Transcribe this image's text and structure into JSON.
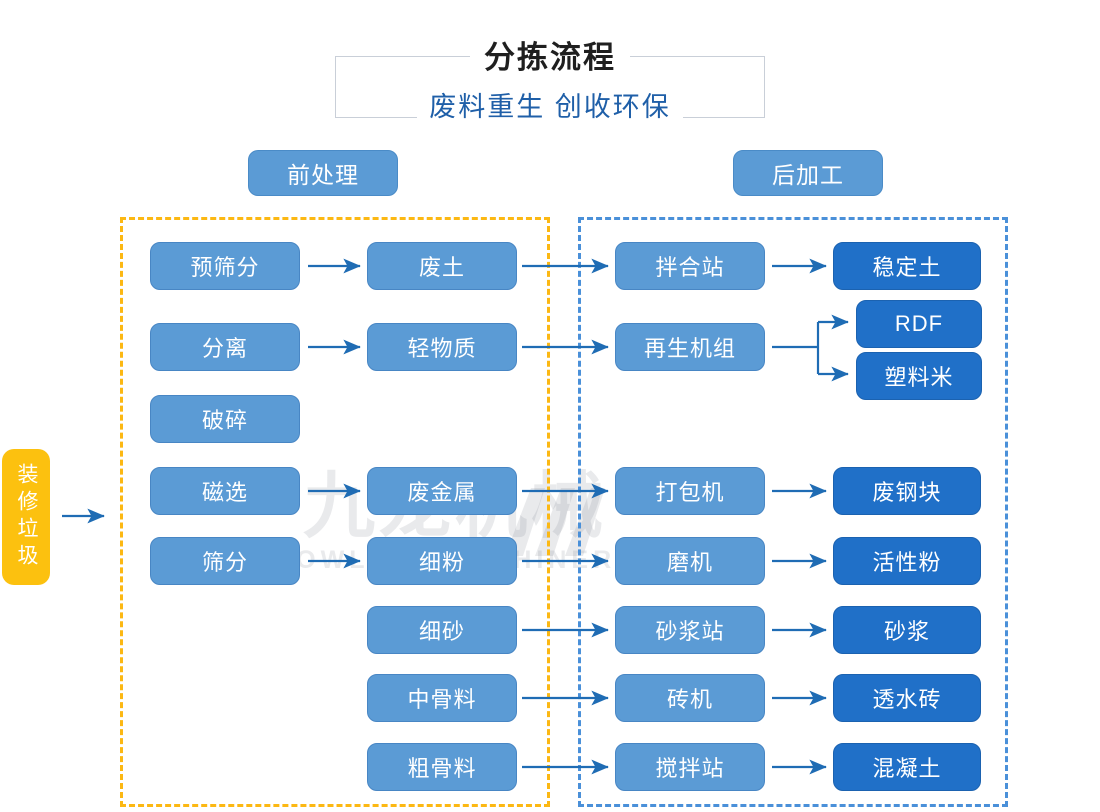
{
  "header": {
    "title": "分拣流程",
    "subtitle": "废料重生 创收环保"
  },
  "watermark": {
    "cn": "九龙机械",
    "en": "KOWLOONMACHINERY"
  },
  "sections": {
    "pre_label": "前处理",
    "post_label": "后加工"
  },
  "input": {
    "label": "装修垃圾"
  },
  "nodes": {
    "pre_stage1": [
      {
        "label": "预筛分"
      },
      {
        "label": "分离"
      },
      {
        "label": "破碎"
      },
      {
        "label": "磁选"
      },
      {
        "label": "筛分"
      }
    ],
    "pre_stage2": [
      {
        "label": "废土"
      },
      {
        "label": "轻物质"
      },
      {
        "label": "废金属"
      },
      {
        "label": "细粉"
      },
      {
        "label": "细砂"
      },
      {
        "label": "中骨料"
      },
      {
        "label": "粗骨料"
      }
    ],
    "post_stage1": [
      {
        "label": "拌合站"
      },
      {
        "label": "再生机组"
      },
      {
        "label": "打包机"
      },
      {
        "label": "磨机"
      },
      {
        "label": "砂浆站"
      },
      {
        "label": "砖机"
      },
      {
        "label": "搅拌站"
      }
    ],
    "post_stage2": [
      {
        "label": "稳定土"
      },
      {
        "label": "RDF"
      },
      {
        "label": "塑料米"
      },
      {
        "label": "废钢块"
      },
      {
        "label": "活性粉"
      },
      {
        "label": "砂浆"
      },
      {
        "label": "透水砖"
      },
      {
        "label": "混凝土"
      }
    ]
  },
  "colors": {
    "node_light": "#5b9bd5",
    "node_dark": "#2070c8",
    "input_orange": "#fcc10f",
    "zone_pre_border": "#fcb813",
    "zone_post_border": "#4a90d9",
    "arrow": "#1f6cb4",
    "subtitle": "#1f5fa8"
  },
  "chart_data": {
    "type": "flowchart",
    "title": "分拣流程",
    "subtitle": "废料重生 创收环保",
    "input": "装修垃圾",
    "zones": [
      {
        "name": "前处理",
        "border": "dashed-orange"
      },
      {
        "name": "后加工",
        "border": "dashed-blue"
      }
    ],
    "edges": [
      {
        "from": "装修垃圾",
        "to": "前处理"
      },
      {
        "from": "预筛分",
        "to": "废土"
      },
      {
        "from": "分离",
        "to": "轻物质"
      },
      {
        "from": "磁选",
        "to": "废金属"
      },
      {
        "from": "筛分",
        "to": "细粉"
      },
      {
        "from": "废土",
        "to": "拌合站"
      },
      {
        "from": "轻物质",
        "to": "再生机组"
      },
      {
        "from": "废金属",
        "to": "打包机"
      },
      {
        "from": "细粉",
        "to": "磨机"
      },
      {
        "from": "细砂",
        "to": "砂浆站"
      },
      {
        "from": "中骨料",
        "to": "砖机"
      },
      {
        "from": "粗骨料",
        "to": "搅拌站"
      },
      {
        "from": "拌合站",
        "to": "稳定土"
      },
      {
        "from": "再生机组",
        "to": "RDF"
      },
      {
        "from": "再生机组",
        "to": "塑料米"
      },
      {
        "from": "打包机",
        "to": "废钢块"
      },
      {
        "from": "磨机",
        "to": "活性粉"
      },
      {
        "from": "砂浆站",
        "to": "砂浆"
      },
      {
        "from": "砖机",
        "to": "透水砖"
      },
      {
        "from": "搅拌站",
        "to": "混凝土"
      }
    ]
  }
}
